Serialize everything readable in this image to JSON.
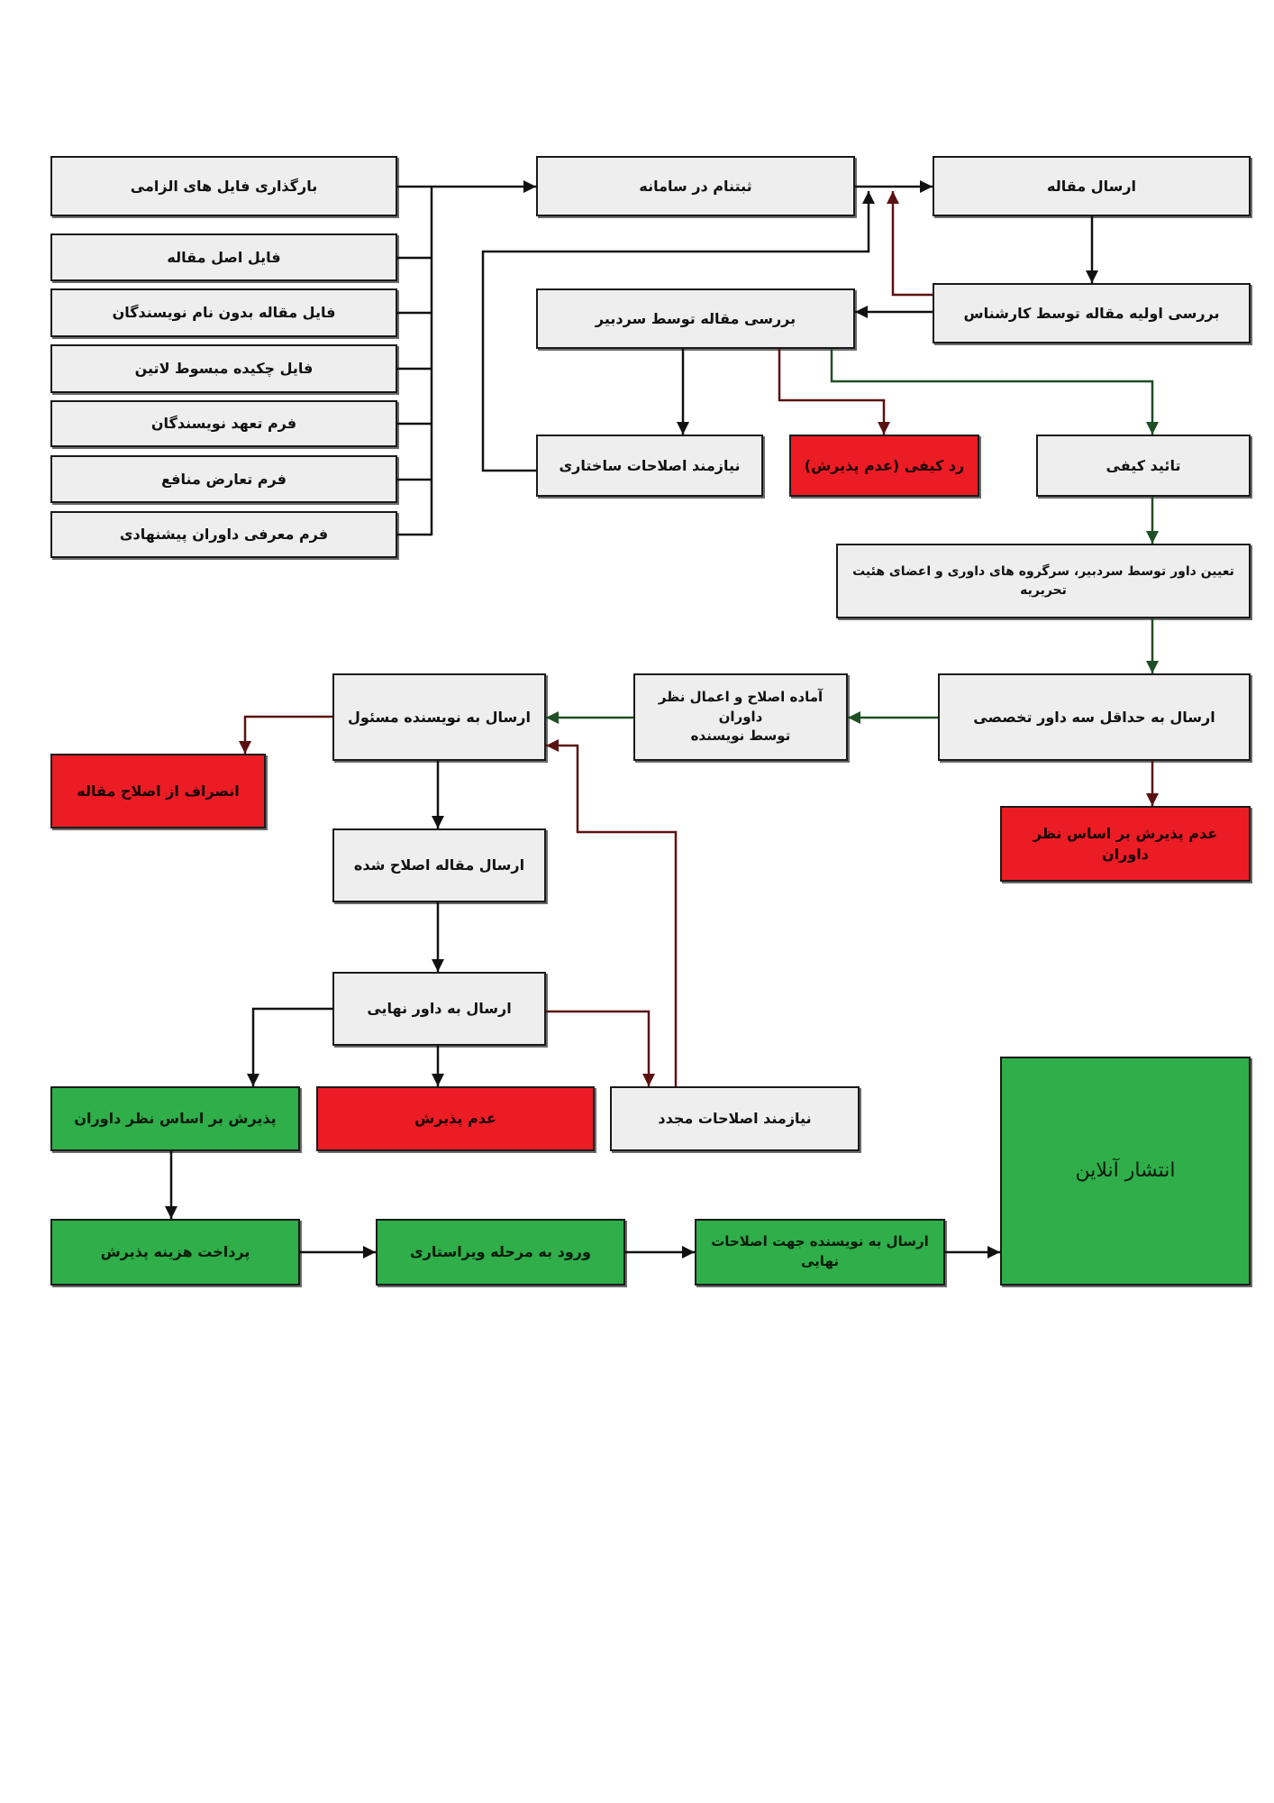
{
  "colors": {
    "page_background": "#ffffff",
    "box_fill": "#eeeeee",
    "box_border": "#1a1a1a",
    "reject_fill": "#ec1c24",
    "accept_fill": "#2fae4a",
    "line_dark": "#111111",
    "line_reject": "#5b1111",
    "line_accept": "#1f4f24"
  },
  "required_files": {
    "title": "بارگذاری فایل های الزامی",
    "items": [
      "فایل اصل مقاله",
      "فایل مقاله بدون نام نویسندگان",
      "فایل چکیده مبسوط لاتین",
      "فرم تعهد نویسندگان",
      "فرم تعارض منافع",
      "فرم معرفی داوران پیشنهادی"
    ]
  },
  "submission": {
    "register": "ثبتنام در سامانه",
    "submit_article": "ارسال مقاله",
    "expert_review": "بررسی اولیه مقاله توسط کارشناس",
    "editor_review": "بررسی مقاله توسط سردبیر",
    "structural_revision": "نیازمند اصلاحات ساختاری",
    "quality_reject": "رد کیفی (عدم پذیرش)",
    "quality_approved": "تائید کیفی"
  },
  "peer_review": {
    "assign_reviewer": "تعیین داور توسط سردبیر، سرگروه های داوری و اعضای هئیت تحریریه",
    "send_to_reviewers": "ارسال به حداقل سه داور تخصصی",
    "reviewer_reject": "عدم پذیرش بر اساس نظر داوران",
    "author_revision": [
      "آماده اصلاح و اعمال نظر داوران",
      "توسط نویسنده"
    ],
    "send_to_corresponding_author": "ارسال به نویسنده مسئول",
    "withdraw": "انصراف از اصلاح مقاله",
    "send_revised": "ارسال مقاله اصلاح شده",
    "send_to_final_reviewer": "ارسال به داور نهایی"
  },
  "decision": {
    "accept": "پذیرش بر اساس نظر داوران",
    "reject": "عدم پذیرش",
    "needs_revision_again": "نیازمند اصلاحات مجدد"
  },
  "publication": {
    "payment": "پرداخت هزینه پذیرش",
    "editing": "ورود به مرحله ویراستاری",
    "final_corrections": "ارسال به نویسنده جهت اصلاحات نهایی",
    "online_publication": "انتشار آنلاین"
  }
}
